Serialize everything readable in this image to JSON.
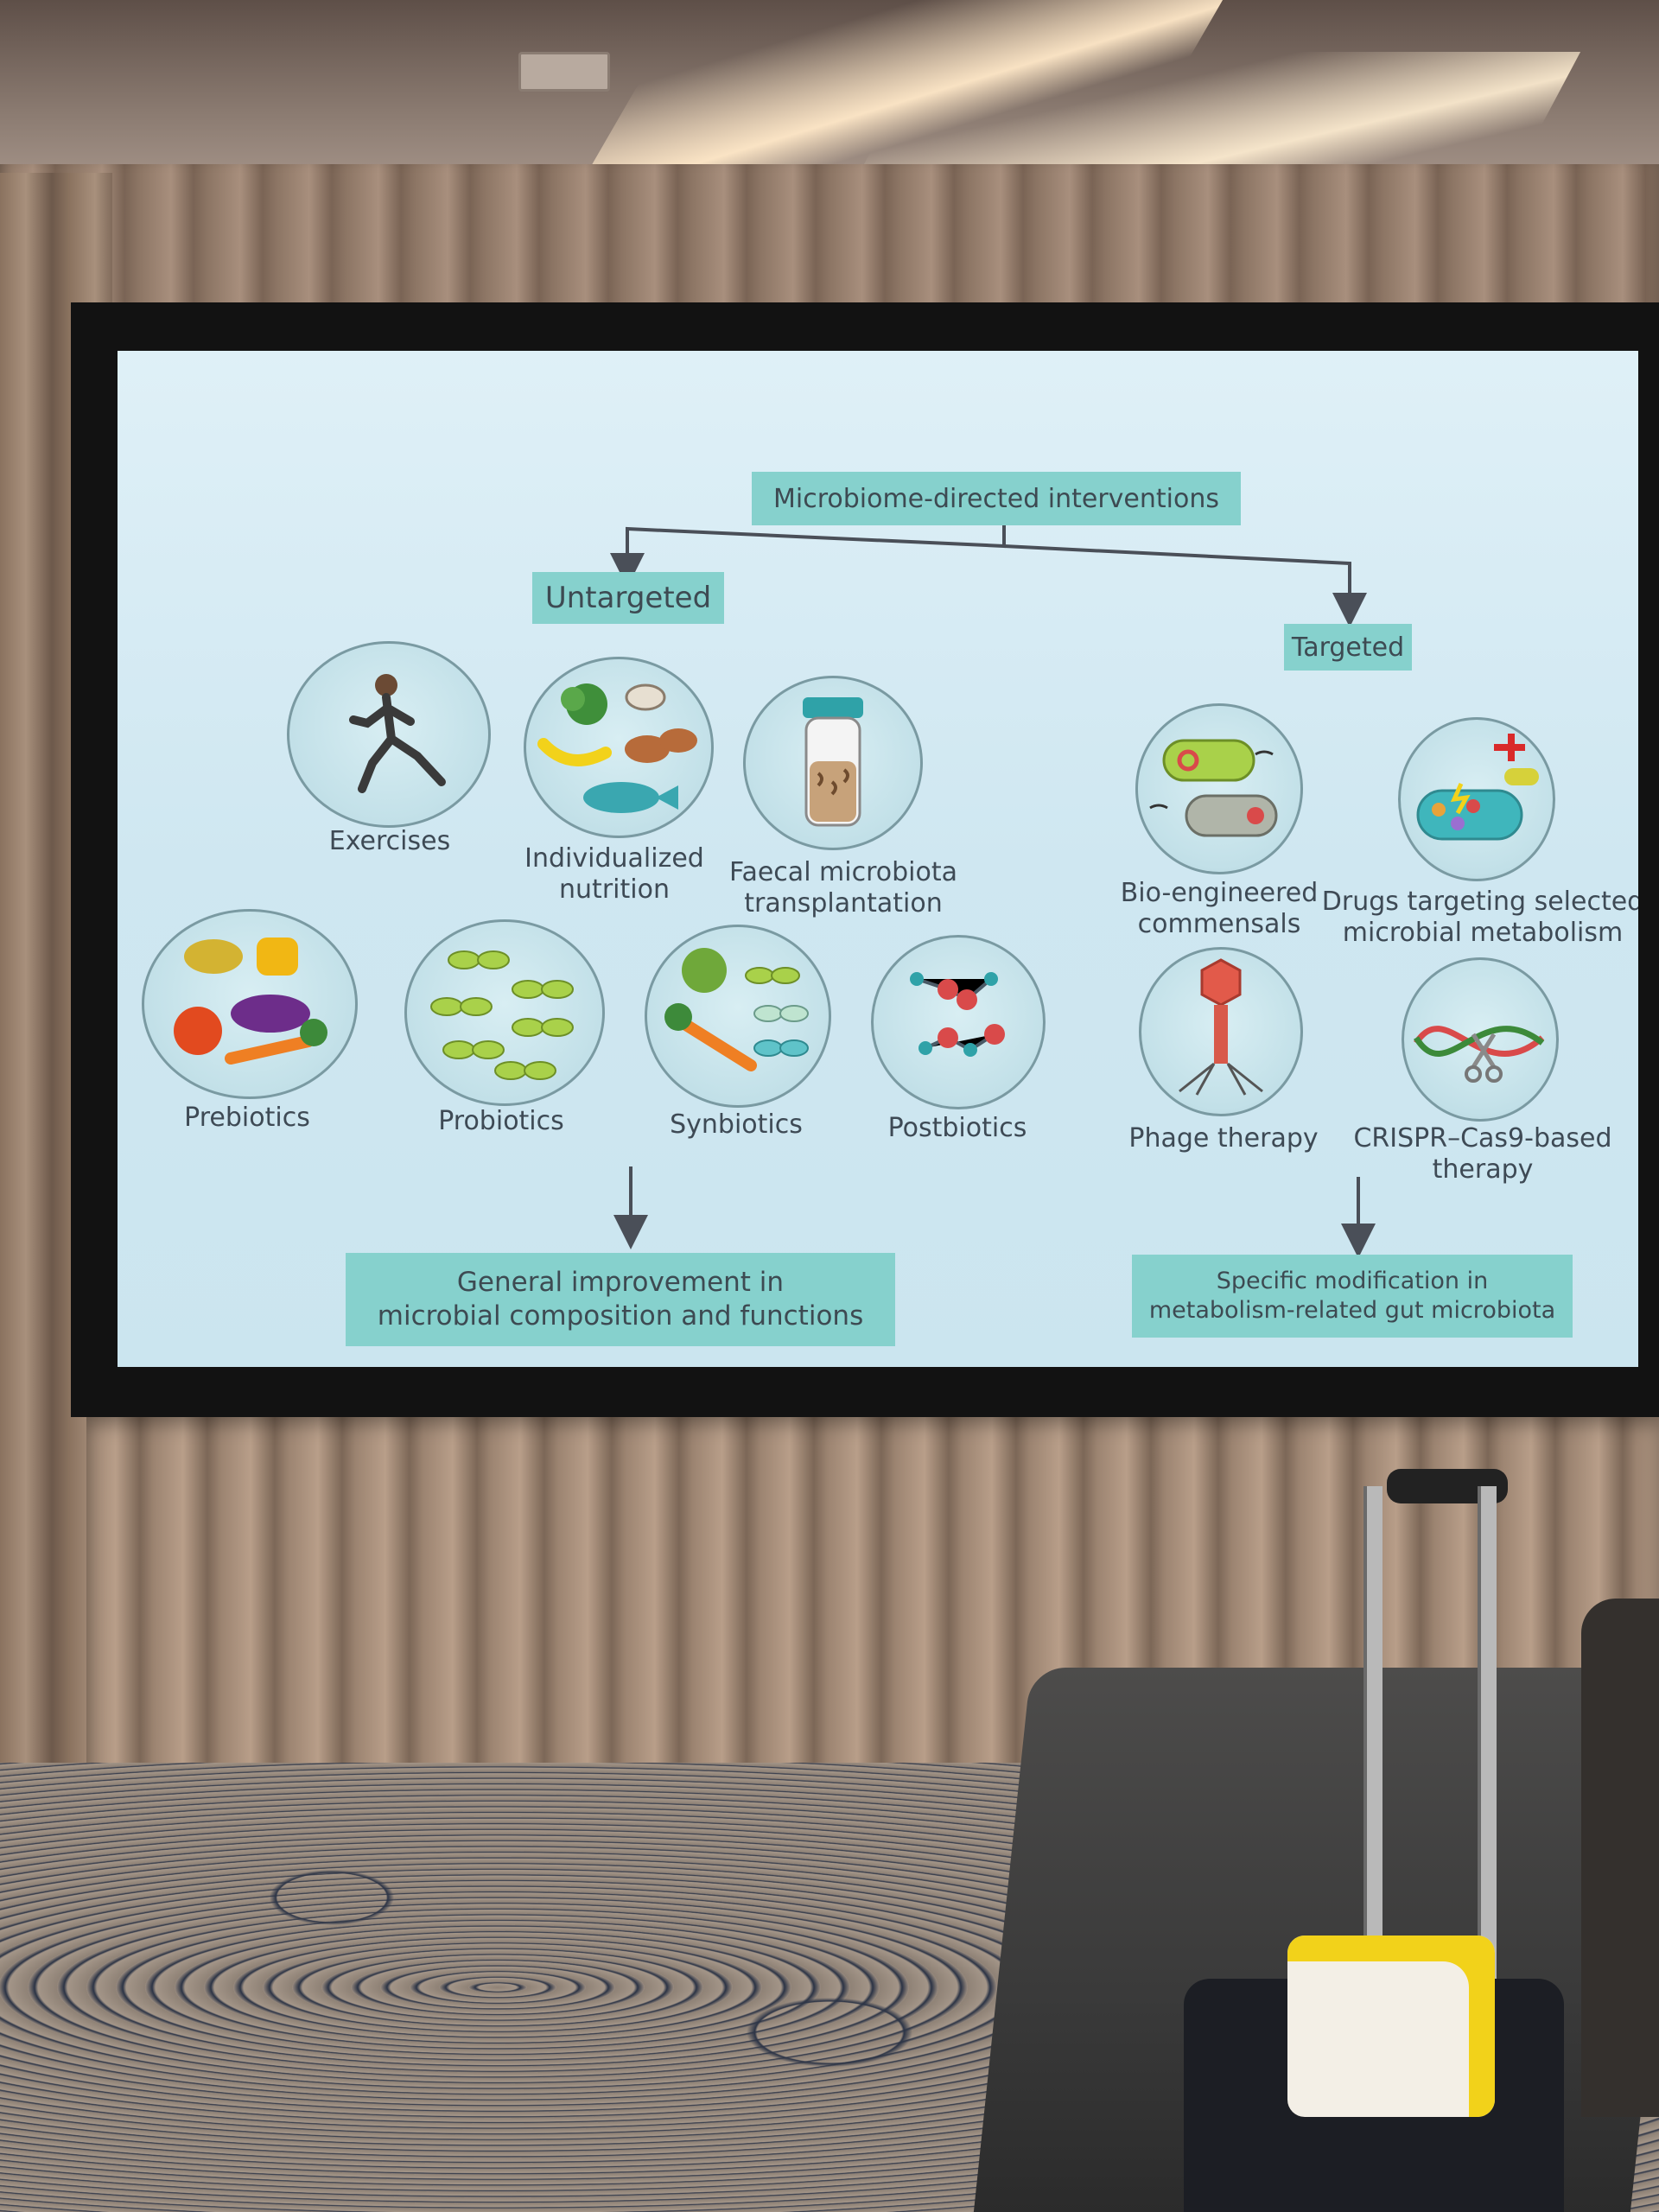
{
  "slide": {
    "root_title": "Microbiome-directed interventions",
    "untargeted": {
      "title": "Untargeted",
      "items": [
        {
          "label": "Exercises",
          "icon": "runner-icon"
        },
        {
          "label": "Individualized\nnutrition",
          "icon": "food-icon"
        },
        {
          "label": "Faecal microbiota\ntransplantation",
          "icon": "stool-tube-icon"
        },
        {
          "label": "Prebiotics",
          "icon": "vegetables-icon"
        },
        {
          "label": "Probiotics",
          "icon": "bacteria-icon"
        },
        {
          "label": "Synbiotics",
          "icon": "veg-bacteria-icon"
        },
        {
          "label": "Postbiotics",
          "icon": "molecule-icon"
        }
      ],
      "outcome": "General improvement in\nmicrobial composition and functions"
    },
    "targeted": {
      "title": "Targeted",
      "items": [
        {
          "label": "Bio-engineered\ncommensals",
          "icon": "engineered-bacteria-icon"
        },
        {
          "label": "Drugs targeting selected\nmicrobial metabolism",
          "icon": "drug-bacteria-icon"
        },
        {
          "label": "Phage therapy",
          "icon": "phage-icon"
        },
        {
          "label": "CRISPR–Cas9-based\ntherapy",
          "icon": "dna-scissors-icon"
        }
      ],
      "outcome": "Specific modification in\nmetabolism-related gut microbiota"
    },
    "colors": {
      "box": "#86d1cd",
      "text": "#3e4a55",
      "background": "#d6ecf4"
    }
  }
}
